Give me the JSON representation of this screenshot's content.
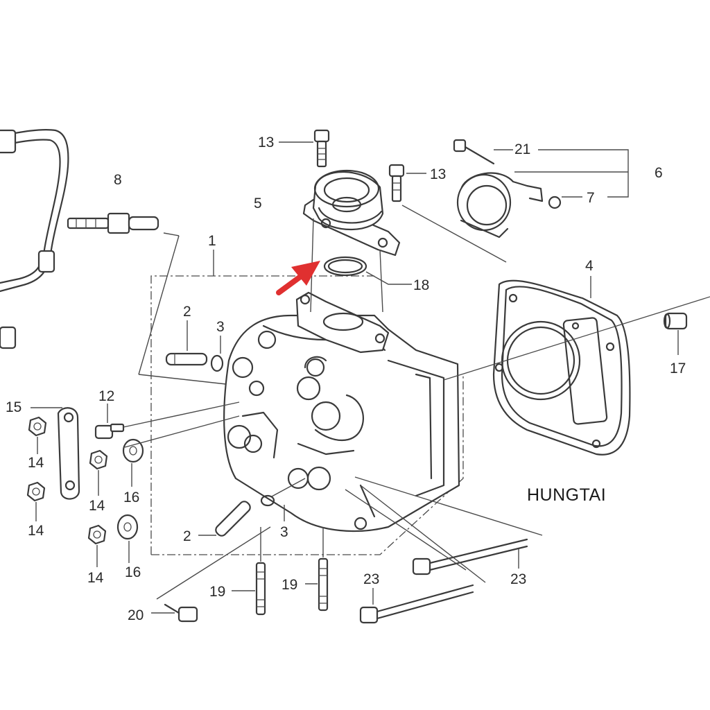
{
  "brand": "HUNGTAI",
  "colors": {
    "line": "#3a3a3a",
    "arrow": "#e03030",
    "background": "#ffffff"
  },
  "callouts": {
    "c1": "1",
    "c2a": "2",
    "c2b": "2",
    "c3a": "3",
    "c3b": "3",
    "c4": "4",
    "c5": "5",
    "c6": "6",
    "c7": "7",
    "c8": "8",
    "c12": "12",
    "c13a": "13",
    "c13b": "13",
    "c14a": "14",
    "c14b": "14",
    "c14c": "14",
    "c14d": "14",
    "c15": "15",
    "c16a": "16",
    "c16b": "16",
    "c17": "17",
    "c18": "18",
    "c19a": "19",
    "c19b": "19",
    "c20": "20",
    "c21": "21",
    "c23a": "23",
    "c23b": "23"
  }
}
